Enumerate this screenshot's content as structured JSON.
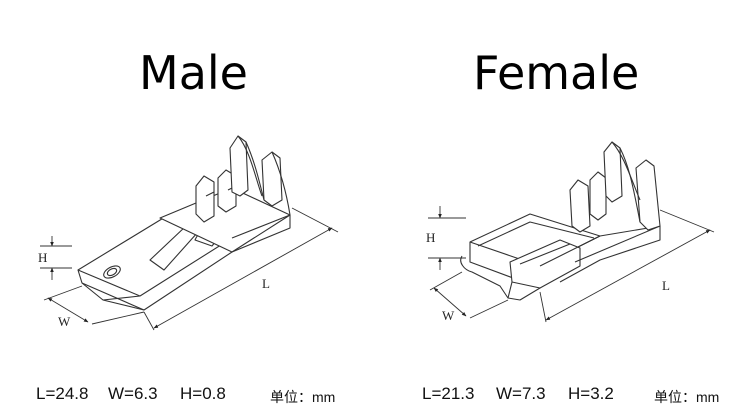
{
  "male": {
    "title": "Male",
    "dims": {
      "L": "L=24.8",
      "W": "W=6.3",
      "H": "H=0.8"
    },
    "unit": "单位：mm",
    "labels": {
      "H": "H",
      "W": "W",
      "L": "L"
    }
  },
  "female": {
    "title": "Female",
    "dims": {
      "L": "L=21.3",
      "W": "W=7.3",
      "H": "H=3.2"
    },
    "unit": "单位：mm",
    "labels": {
      "H": "H",
      "W": "W",
      "L": "L"
    }
  }
}
